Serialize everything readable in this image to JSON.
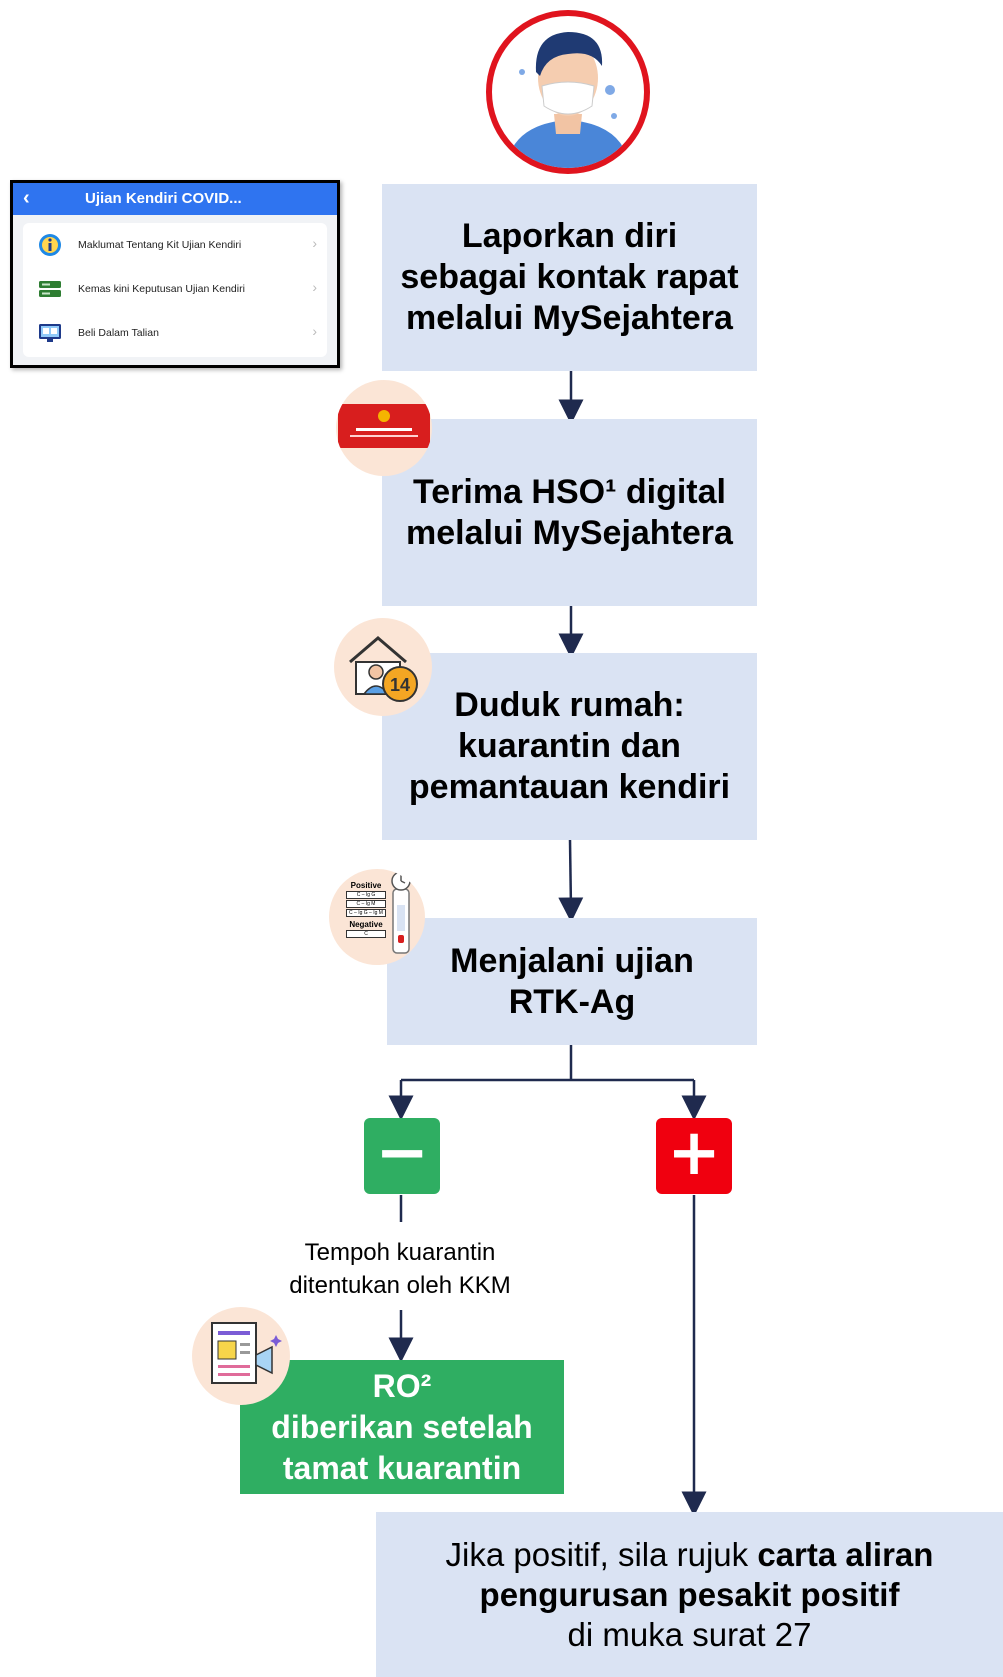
{
  "app_panel": {
    "title": "Ujian Kendiri COVID...",
    "items": [
      {
        "label": "Maklumat Tentang Kit Ujian Kendiri",
        "icon": "info-icon"
      },
      {
        "label": "Kemas kini Keputusan Ujian Kendiri",
        "icon": "server-icon"
      },
      {
        "label": "Beli Dalam Talian",
        "icon": "monitor-icon"
      }
    ]
  },
  "steps": {
    "step1": [
      "Laporkan diri",
      "sebagai kontak rapat",
      "melalui MySejahtera"
    ],
    "step2": [
      "Terima HSO¹ digital",
      "melalui MySejahtera"
    ],
    "step3": [
      "Duduk rumah:",
      "kuarantin dan",
      "pemantauan kendiri"
    ],
    "step4": [
      "Menjalani ujian",
      "RTK-Ag"
    ]
  },
  "test_card": {
    "positive": "Positive",
    "rows": [
      "C – Ig G",
      "C – Ig M",
      "C – Ig G – Ig M"
    ],
    "negative": "Negative",
    "neg_row": "C"
  },
  "house_badge": "14",
  "negative_branch": {
    "sign": "−",
    "note": [
      "Tempoh kuarantin",
      "ditentukan oleh KKM"
    ],
    "result": [
      "RO²",
      "diberikan setelah",
      "tamat kuarantin"
    ]
  },
  "positive_branch": {
    "sign": "+",
    "final_prefix": "Jika positif, sila rujuk ",
    "final_bold_1": "carta aliran",
    "final_bold_2": "pengurusan pesakit positif",
    "final_suffix": "di muka surat 27"
  },
  "colors": {
    "box": "#dae3f3",
    "green": "#2fae62",
    "red": "#f0000f",
    "arrow": "#1f2a4e",
    "icon_bg": "#fbe5d6"
  }
}
